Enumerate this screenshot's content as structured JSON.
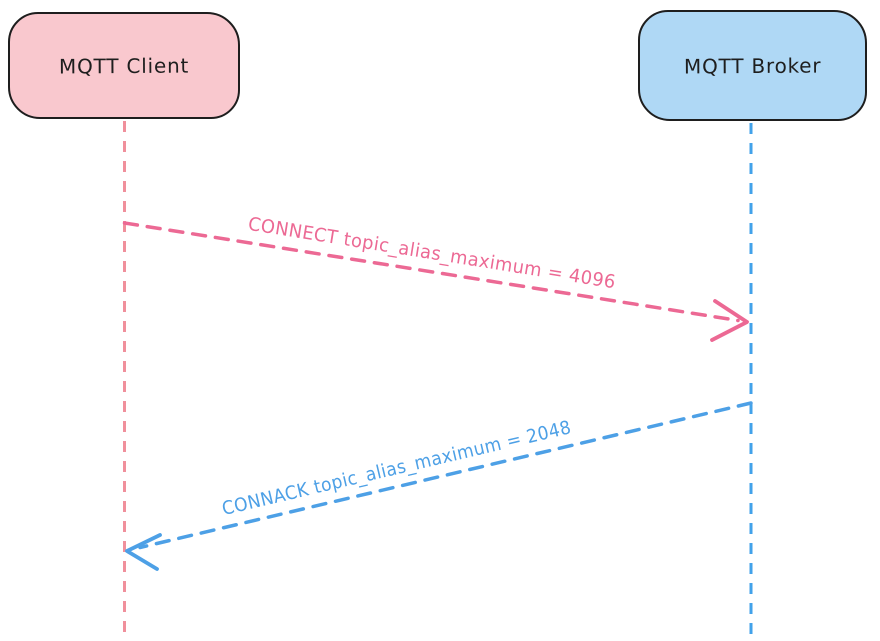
{
  "actors": [
    {
      "id": "mqtt-client",
      "label": "MQTT Client"
    },
    {
      "id": "mqtt-broker",
      "label": "MQTT Broker"
    }
  ],
  "messages": [
    {
      "id": "connect",
      "label": "CONNECT topic_alias_maximum = 4096",
      "from": "mqtt-client",
      "to": "mqtt-broker"
    },
    {
      "id": "connack",
      "label": "CONNACK topic_alias_maximum = 2048",
      "from": "mqtt-broker",
      "to": "mqtt-client"
    }
  ],
  "colors": {
    "background": "#ffffff",
    "box_border": "#1e1e1e",
    "label_text": "#1e1e1e",
    "client_fill": "#f9c8ce",
    "broker_fill": "#afd8f5",
    "client_lifeline": "#f0909c",
    "broker_lifeline": "#42a2ea",
    "connect_accent": "#ec6994",
    "connack_accent": "#4da0e6"
  }
}
